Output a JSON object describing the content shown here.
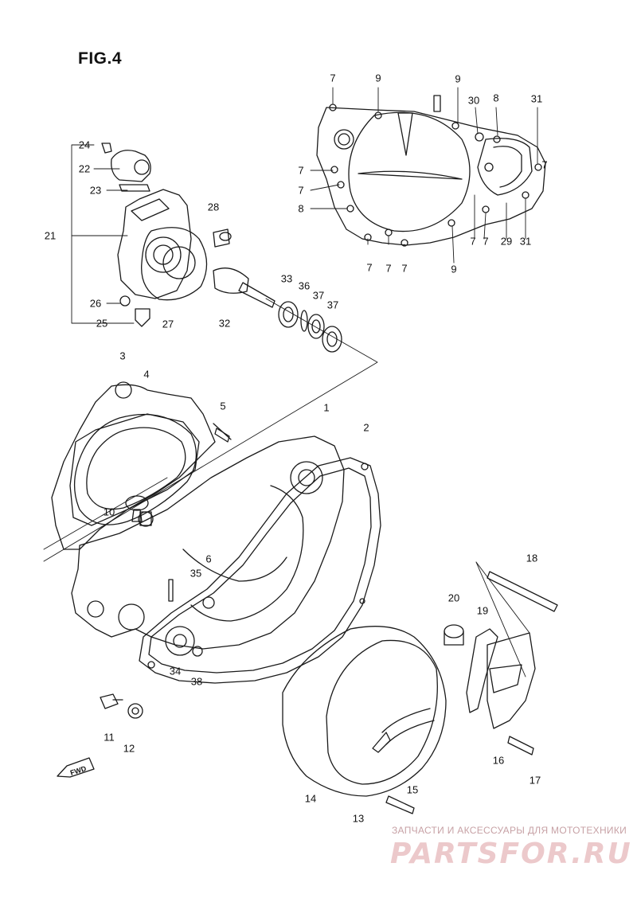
{
  "figure": {
    "title": "FIG.4"
  },
  "fwd_label": "FWD",
  "watermark": {
    "line1": "ЗАПЧАСТИ И АКСЕССУАРЫ ДЛЯ МОТОТЕХНИКИ",
    "line2": "PARTSFOR.RU"
  },
  "callouts": [
    "1",
    "2",
    "3",
    "4",
    "5",
    "6",
    "7",
    "7",
    "7",
    "7",
    "7",
    "7",
    "7",
    "7",
    "7",
    "8",
    "8",
    "9",
    "9",
    "9",
    "10",
    "11",
    "12",
    "13",
    "14",
    "15",
    "16",
    "17",
    "18",
    "19",
    "20",
    "21",
    "22",
    "23",
    "24",
    "25",
    "26",
    "27",
    "28",
    "29",
    "30",
    "31",
    "31",
    "32",
    "33",
    "34",
    "35",
    "36",
    "37",
    "37",
    "38"
  ],
  "colors": {
    "line": "#1a1a1a",
    "watermark": "#ecc9cb"
  }
}
